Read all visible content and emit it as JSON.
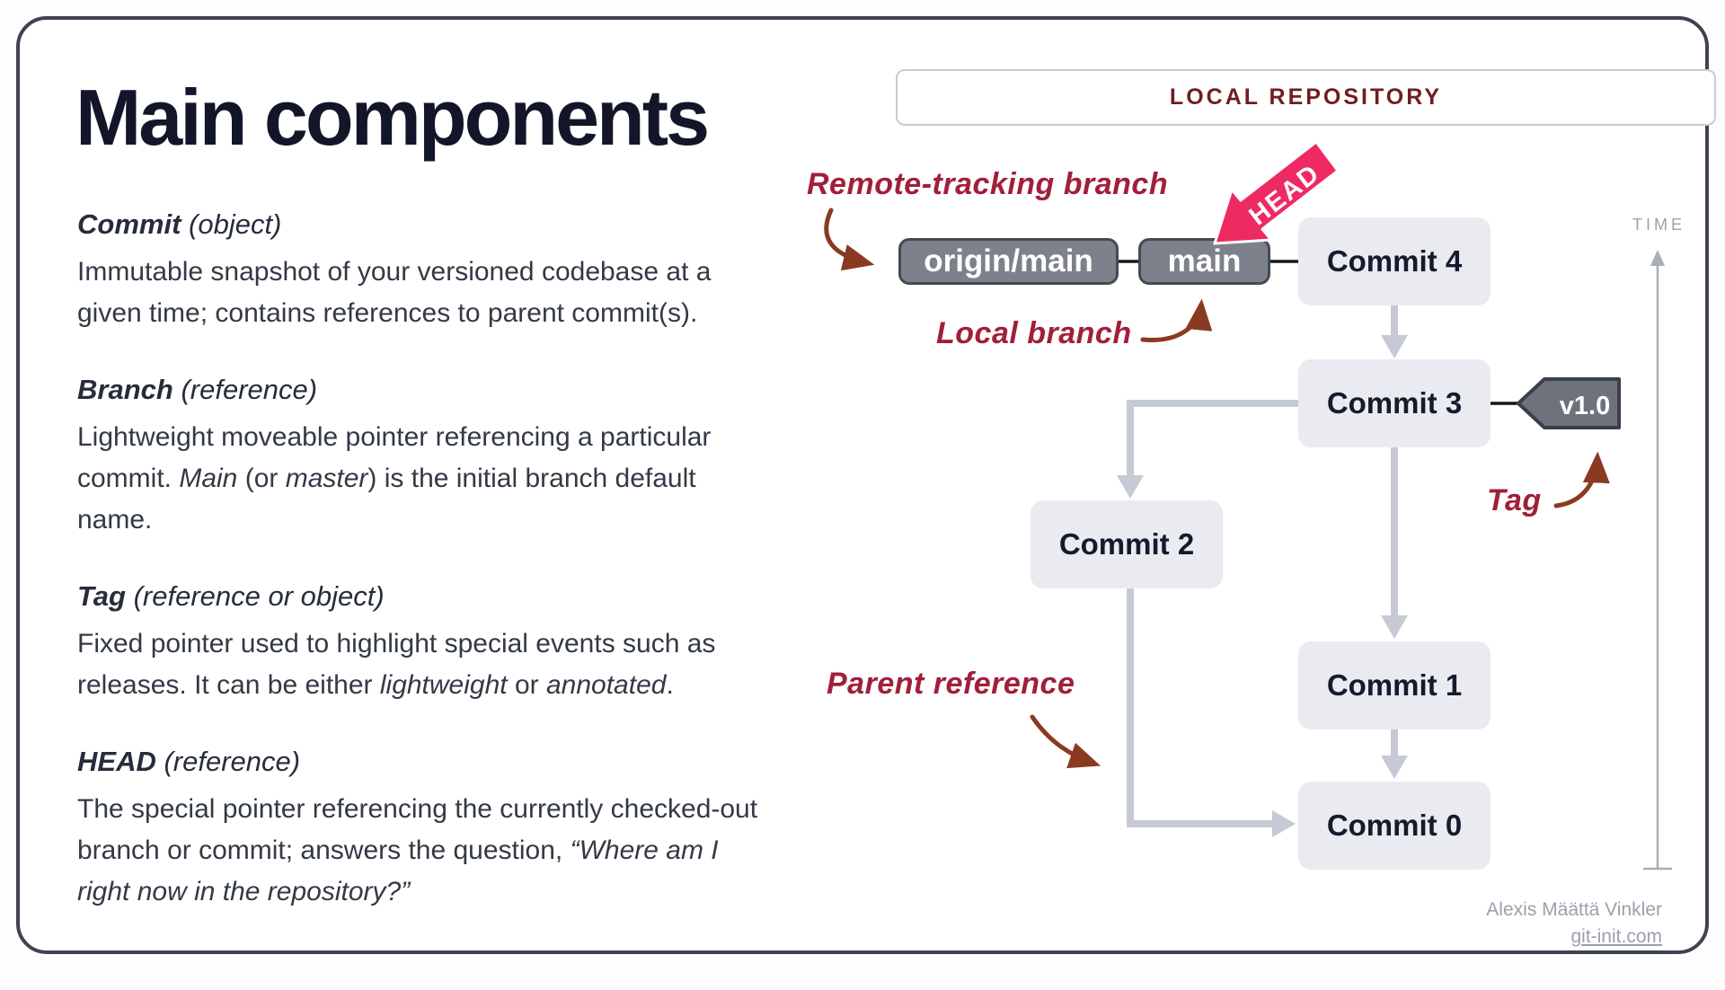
{
  "title": "Main components",
  "header": {
    "label": "LOCAL REPOSITORY"
  },
  "definitions": [
    {
      "term": "Commit",
      "kind": "(object)",
      "body": [
        {
          "t": "Immutable snapshot of your versioned codebase at a"
        },
        {
          "br": true
        },
        {
          "t": "given time; contains references to parent commit(s)."
        }
      ]
    },
    {
      "term": "Branch",
      "kind": "(reference)",
      "body": [
        {
          "t": "Lightweight moveable pointer referencing a particular"
        },
        {
          "br": true
        },
        {
          "t": "commit. "
        },
        {
          "t": "Main",
          "i": true
        },
        {
          "t": " (or "
        },
        {
          "t": "master",
          "i": true
        },
        {
          "t": ") is the initial branch default"
        },
        {
          "br": true
        },
        {
          "t": "name."
        }
      ]
    },
    {
      "term": "Tag",
      "kind": "(reference or object)",
      "body": [
        {
          "t": "Fixed pointer used to highlight special events such as"
        },
        {
          "br": true
        },
        {
          "t": "releases. It can be either "
        },
        {
          "t": "lightweight",
          "i": true
        },
        {
          "t": " or "
        },
        {
          "t": "annotated",
          "i": true
        },
        {
          "t": "."
        }
      ]
    },
    {
      "term": "HEAD",
      "kind": "(reference)",
      "body": [
        {
          "t": "The special pointer referencing the currently checked-out"
        },
        {
          "br": true
        },
        {
          "t": "branch or commit; answers the question, "
        },
        {
          "t": "“Where am I",
          "i": true
        },
        {
          "br": true
        },
        {
          "t": "right now in the repository?”",
          "i": true
        }
      ]
    }
  ],
  "diagram": {
    "branches": [
      {
        "label": "origin/main"
      },
      {
        "label": "main"
      }
    ],
    "head_label": "HEAD",
    "commits": [
      "Commit 4",
      "Commit 3",
      "Commit 2",
      "Commit 1",
      "Commit 0"
    ],
    "tag_label": "v1.0",
    "annotations": {
      "remote": "Remote-tracking branch",
      "local": "Local branch",
      "tag": "Tag",
      "parent": "Parent reference"
    },
    "time_label": "TIME"
  },
  "footer": {
    "author": "Alexis Määttä Vinkler",
    "site": "git-init.com"
  },
  "colors": {
    "title_ink": "#131629",
    "body_ink": "#333945",
    "annotation_crimson": "#a11f3a",
    "arrow_brown": "#8a3a21",
    "head_pink": "#ee2a63",
    "header_maroon": "#6e1e20",
    "commit_fill": "#e9ebf0",
    "branch_pill_fill": "#7d818b",
    "tag_fill": "#6e727c",
    "connector_gray": "#c6cad4",
    "time_gray": "#9aa0ab"
  }
}
